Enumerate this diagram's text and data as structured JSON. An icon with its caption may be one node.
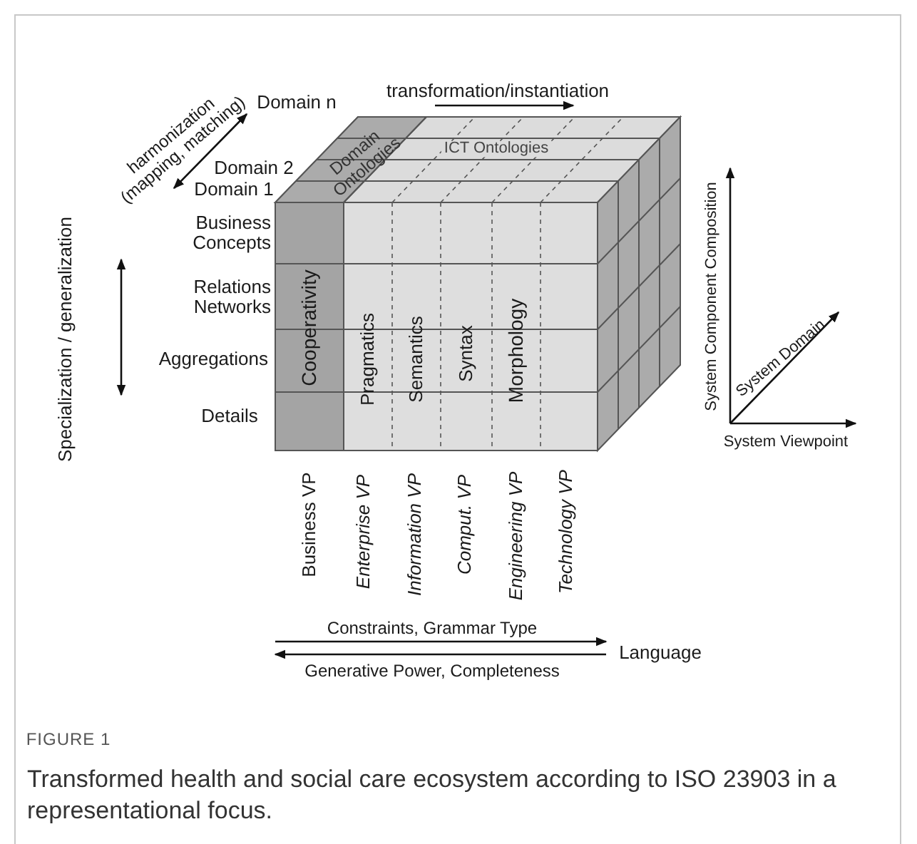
{
  "diagram": {
    "caption": "Transformed health and social care ecosystem according to ISO 23903 in a representational focus.",
    "labels": [
      "harmonization (mapping, matching)",
      "transformation/instantiation",
      "Domain n",
      "Domain Ontologies",
      "ICT Ontologies",
      "Domain 2",
      "Domain 1",
      "Business Concepts",
      "Specialization / generalization",
      "Relations Networks",
      "Cooperativity",
      "Pragmatics",
      "Semantics",
      "Syntax",
      "Morphology",
      "System Component Composition",
      "Aggregations",
      "System Domain",
      "Details",
      "System Viewpoint",
      "Business VP",
      "Enterprise VP",
      "Information VP",
      "Comput. VP",
      "Engineering VP",
      "Technology VP",
      "Constraints, Grammar Type",
      "Language",
      "Generative Power, Completeness",
      "FIGURE 1"
    ]
  }
}
